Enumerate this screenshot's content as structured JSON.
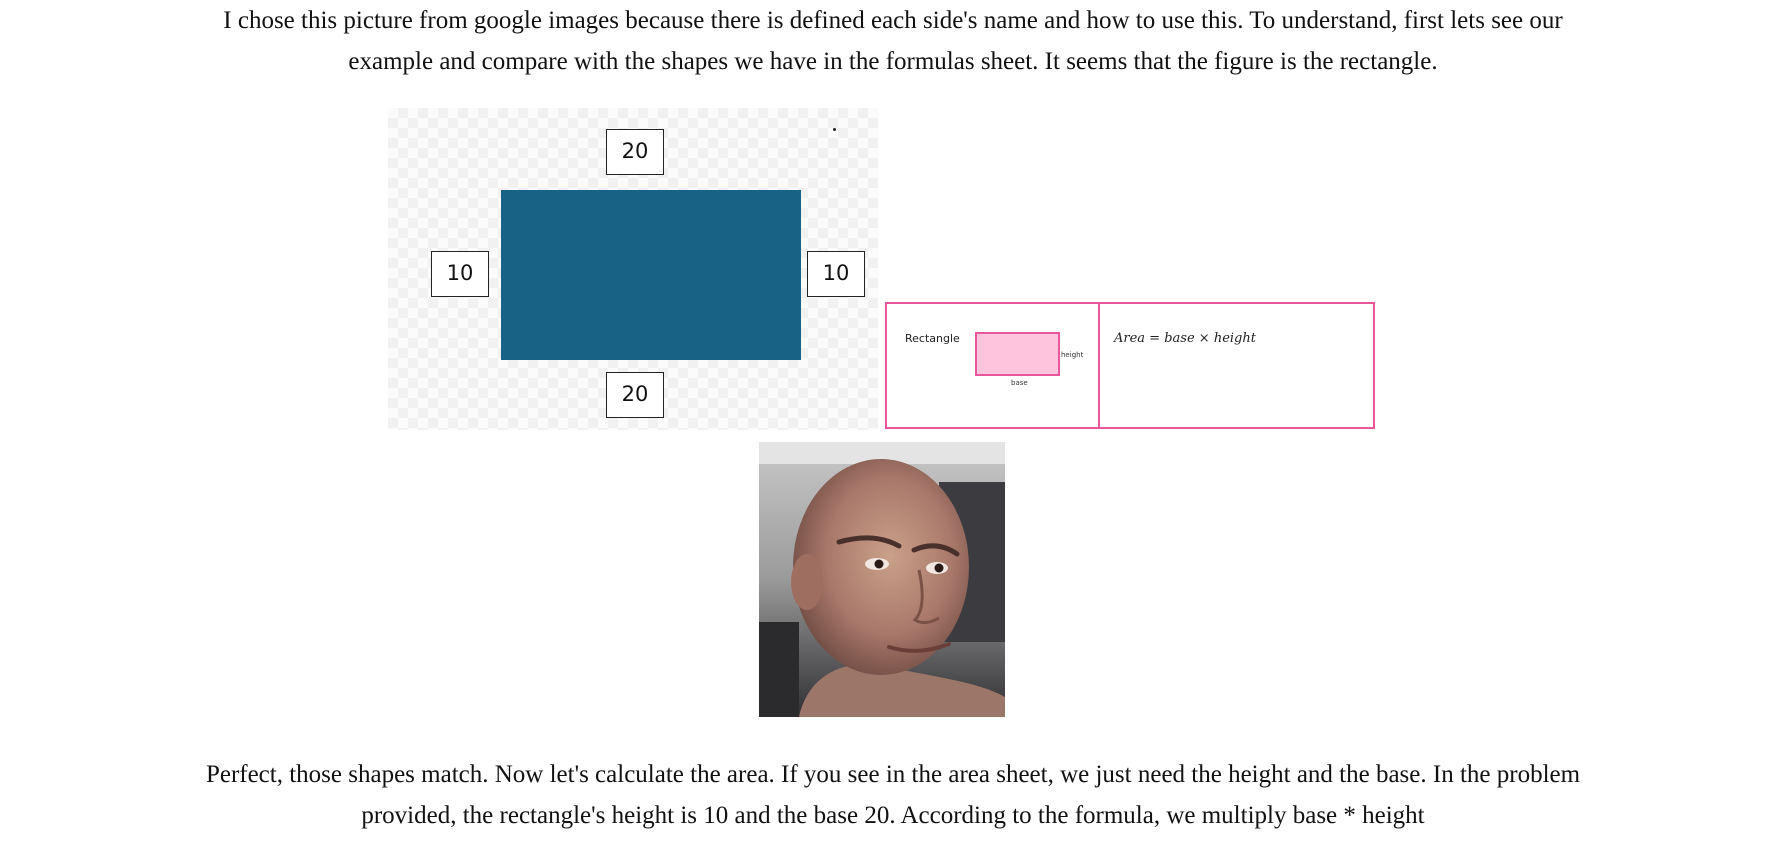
{
  "paragraphs": {
    "intro_line1": "I chose this picture from google images because there is defined each side's name and how to use this. To understand, first lets see our",
    "intro_line2": "example and compare with the shapes we have in the formulas sheet. It seems that the figure is the rectangle.",
    "outro_line1": "Perfect, those shapes match. Now let's calculate the area. If you see in the area sheet, we just need the height and the base. In the problem",
    "outro_line2": "provided, the rectangle's height is 10 and the base 20. According to the formula, we multiply base * height"
  },
  "diagram": {
    "top_label": "20",
    "left_label": "10",
    "right_label": "10",
    "bottom_label": "20",
    "shape_color": "#176285"
  },
  "formula_card": {
    "shape_name": "Rectangle",
    "height_label": "height",
    "base_label": "base",
    "formula_lhs": "Area",
    "formula_eq": " = ",
    "formula_base": "base",
    "formula_times": " × ",
    "formula_height": "height",
    "accent_color": "#e6589a",
    "fill_color": "#ffc4dd"
  }
}
